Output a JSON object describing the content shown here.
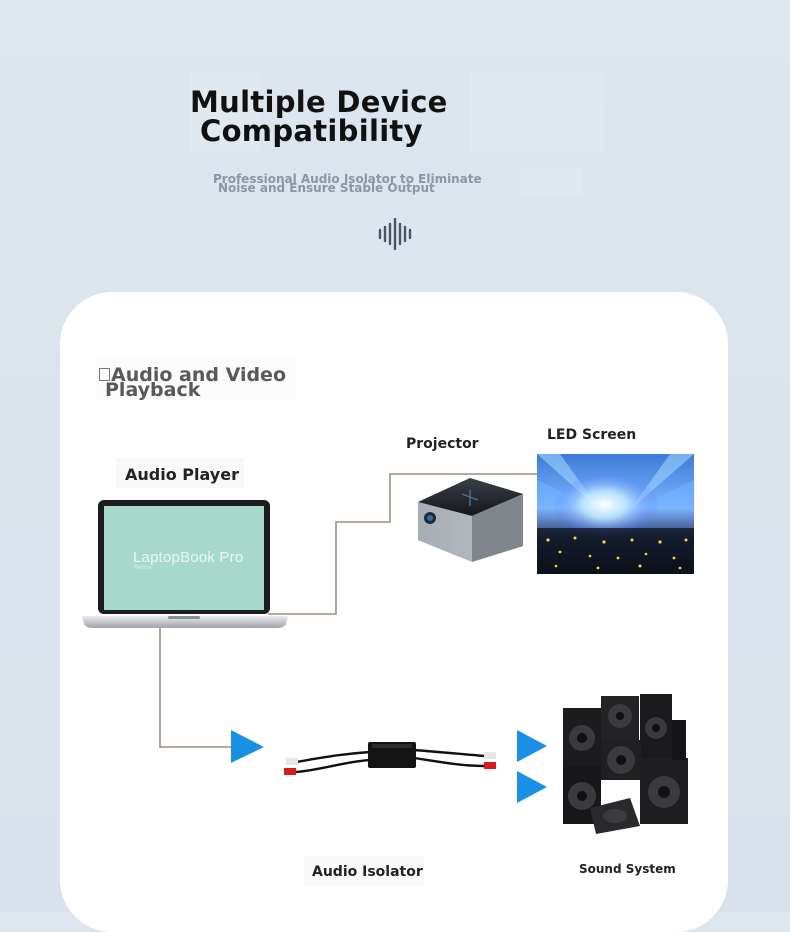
{
  "header": {
    "title_line1": "Multiple Device",
    "title_line2": "Compatibility",
    "subtitle_line1": "Professional Audio Isolator to Eliminate",
    "subtitle_line2": "Noise and Ensure Stable Output",
    "wave_icon": "sound-wave-icon"
  },
  "section": {
    "title_line1": "Audio and Video",
    "title_line2": "Playback"
  },
  "devices": {
    "audio_player": "Audio Player",
    "projector": "Projector",
    "led_screen": "LED Screen",
    "audio_isolator": "Audio Isolator",
    "sound_system": "Sound System"
  },
  "laptop": {
    "screen_text": "LaptopBook Pro",
    "screen_subtext": "Retina"
  },
  "colors": {
    "background": "#dde5ee",
    "card": "#ffffff",
    "connector": "#a08c80",
    "arrow": "#1a8fe6",
    "laptop_screen": "#a6d9cc"
  }
}
